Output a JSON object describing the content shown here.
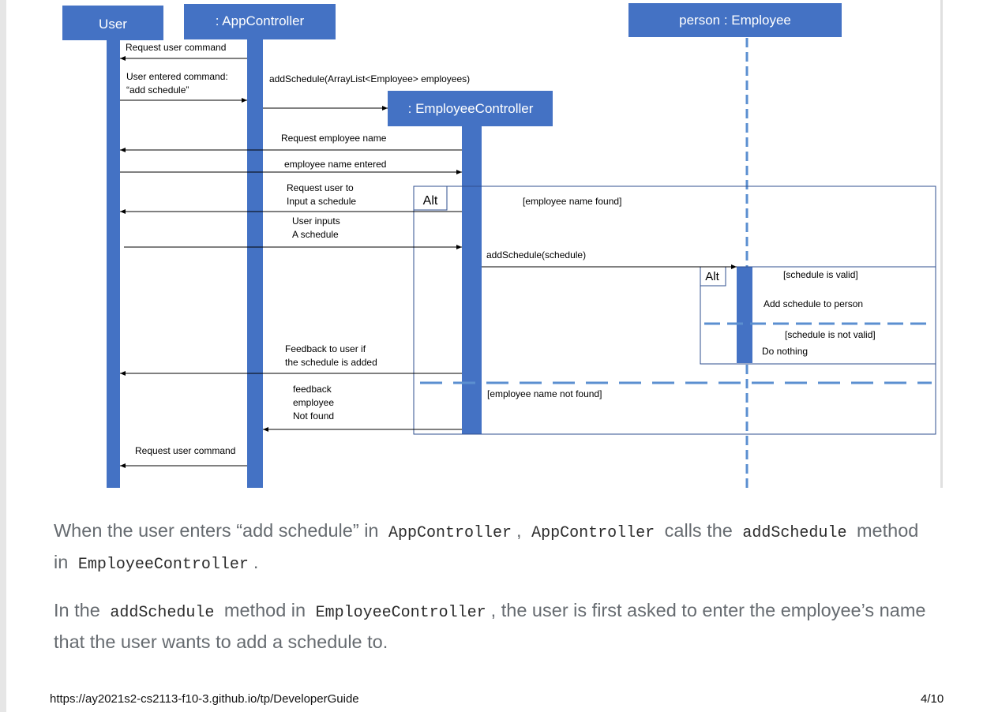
{
  "diagram": {
    "lifelines": {
      "user": "User",
      "app_controller": ": AppController",
      "employee_controller": ": EmployeeController",
      "person": "person : Employee"
    },
    "messages": {
      "m1": "Request user command",
      "m2a": "User entered command:",
      "m2b": "“add schedule”",
      "m3": "addSchedule(ArrayList<Employee> employees)",
      "m4": "Request employee name",
      "m5": "employee name entered",
      "m6a": "Request user to",
      "m6b": "Input a schedule",
      "m7a": "User inputs",
      "m7b": "A schedule",
      "m8": "addSchedule(schedule)",
      "m9": "Add schedule to person",
      "m10": "Do nothing",
      "m11a": "Feedback to user if",
      "m11b": "the schedule is added",
      "m12a": "feedback",
      "m12b": "employee",
      "m12c": "Not found",
      "m13": "Request user command"
    },
    "fragments": {
      "outer_label": "Alt",
      "outer_guard1": "[employee name found]",
      "outer_guard2": "[employee name not found]",
      "inner_label": "Alt",
      "inner_guard1": "[schedule is valid]",
      "inner_guard2": "[schedule is not valid]"
    },
    "colors": {
      "box": "#4472c4",
      "bar": "#4472c4",
      "dashed": "#5b8fd0",
      "arrow": "#000000"
    }
  },
  "paragraph1": {
    "t1": "When the user enters “add schedule” in",
    "c1": "AppController",
    "t2": ",",
    "c2": "AppController",
    "t3": "calls the",
    "c3": "addSchedule",
    "t4": "method in",
    "c4": "EmployeeController",
    "t5": "."
  },
  "paragraph2": {
    "t1": "In the",
    "c1": "addSchedule",
    "t2": "method in",
    "c2": "EmployeeController",
    "t3": ", the user is first asked to enter the employee’s name that the user wants to add a schedule to."
  },
  "footer": {
    "url": "https://ay2021s2-cs2113-f10-3.github.io/tp/DeveloperGuide",
    "page": "4/10"
  }
}
